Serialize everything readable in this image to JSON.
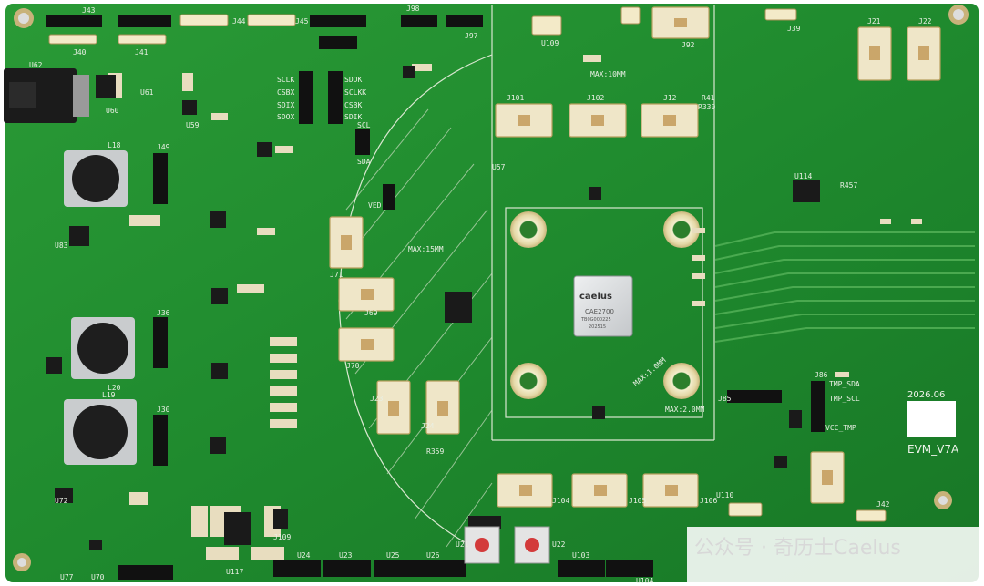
{
  "board": {
    "version_label": "EVM_V7A",
    "date_label": "2026.06"
  },
  "main_chip": {
    "logo": "caelus",
    "part": "CAE2700",
    "line2": "TB0G000225",
    "line3": "202515"
  },
  "markings": {
    "max_10mm": "MAX:10MM",
    "max_15mm": "MAX:15MM",
    "max_2mm": "MAX:2.0MM",
    "max_1mm": "MAX:1.0MM"
  },
  "header_labels": {
    "j43": "J43",
    "j40": "J40",
    "j41": "J41",
    "j44": "J44",
    "j45": "J45",
    "j98": "J98",
    "j97": "J97",
    "j39": "J39",
    "j21": "J21",
    "j22": "J22",
    "j92": "J92",
    "j101": "J101",
    "j102": "J102",
    "j12": "J12",
    "j70": "J70",
    "j71": "J71",
    "j69": "J69",
    "j23": "J23",
    "j24": "J24",
    "j104": "J104",
    "j105": "J105",
    "j106": "J106",
    "j86": "J86",
    "j85": "J85",
    "j42": "J42",
    "j49": "J49",
    "j36": "J36",
    "j30": "J30",
    "j109": "J109",
    "u109": "U109",
    "u110": "U110",
    "u114": "U114",
    "u57": "U57",
    "u21": "U21",
    "u22": "U22",
    "u103": "U103",
    "u104": "U104",
    "u24": "U24",
    "u23": "U23",
    "u25": "U25",
    "u26": "U26",
    "u77": "U77",
    "u70": "U70",
    "u62": "U62",
    "u60": "U60",
    "u61": "U61",
    "u59": "U59",
    "u83": "U83",
    "u72": "U72",
    "l18": "L18",
    "l20": "L20",
    "l19": "L19",
    "u117": "U117",
    "r457": "R457",
    "r359": "R359",
    "r41": "R41",
    "r330": "R330"
  },
  "spi_labels": {
    "sclk": "SCLK",
    "csbx": "CSBX",
    "sdix": "SDIX",
    "sdox": "SDOX",
    "sdok": "SDOK",
    "sclkk": "SCLKK",
    "csbk": "CSBK",
    "sdik": "SDIK",
    "scl": "SCL",
    "sda": "SDA",
    "ved": "VED"
  },
  "tmp_labels": {
    "sda": "TMP_SDA",
    "scl": "TMP_SCL",
    "vcc": "VCC_TMP"
  },
  "watermark": {
    "text": "公众号 · 奇历士Caelus"
  },
  "colors": {
    "pcb": "#1f8a2e",
    "pcb_dark": "#16741f",
    "silk": "#e9efe4",
    "gold": "#caa66a",
    "connector_body": "#efe6c8",
    "chip_silver": "#d7d9db"
  }
}
